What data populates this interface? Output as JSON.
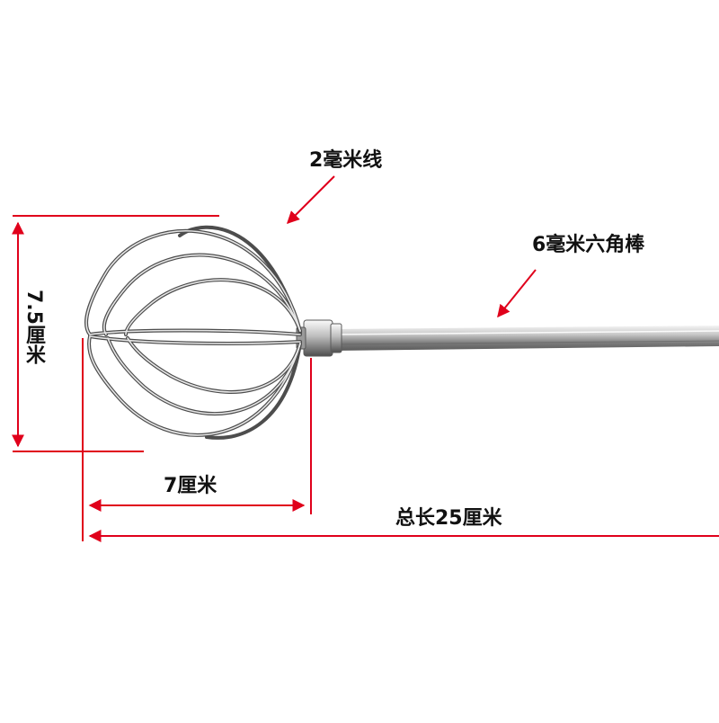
{
  "labels": {
    "wire": "2毫米线",
    "rod": "6毫米六角棒",
    "height": "7.5厘米",
    "width": "7厘米",
    "total": "总长25厘米"
  },
  "colors": {
    "dimension_line": "#e0001b",
    "steel_light": "#e8e8e8",
    "steel_dark": "#6f6f6f",
    "text": "#111111"
  },
  "product": "whisk-attachment"
}
